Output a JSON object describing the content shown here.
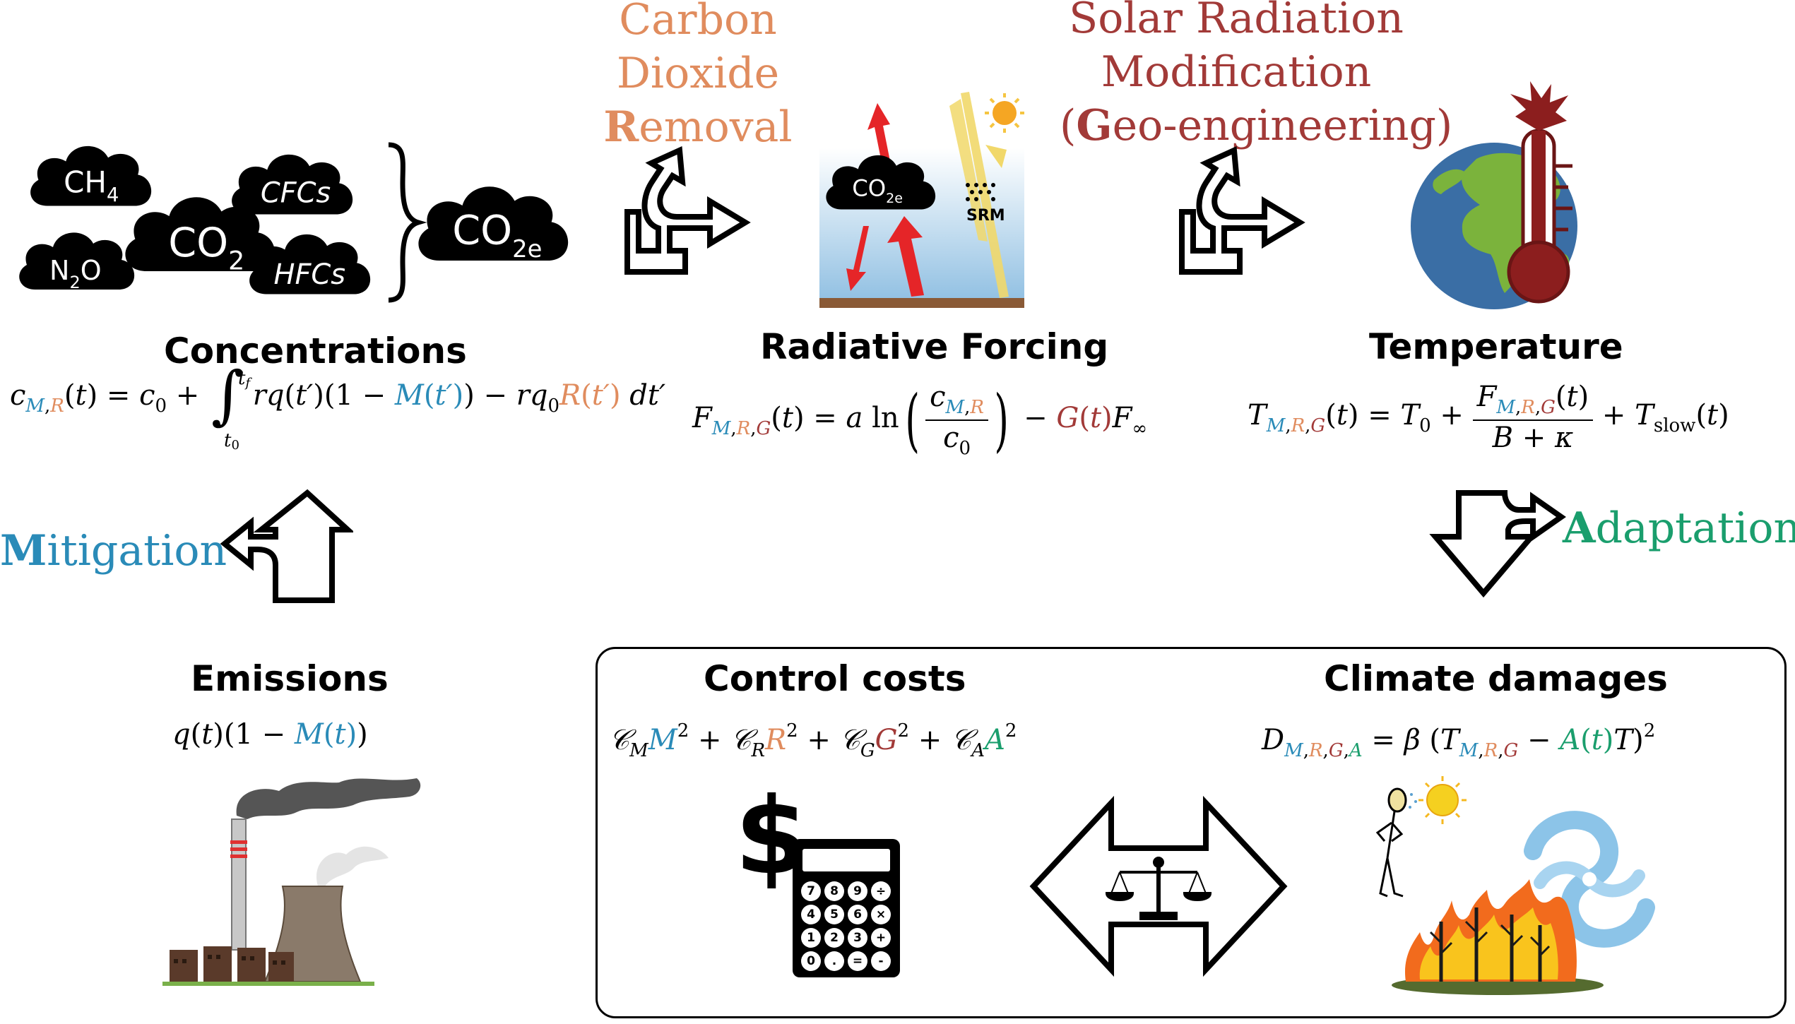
{
  "levers": {
    "cdr": {
      "line1": "Carbon",
      "line2": "Dioxide",
      "line3_first": "R",
      "line3_rest": "emoval",
      "color": "#e08c5e"
    },
    "srm": {
      "line1": "Solar Radiation",
      "line2": "Modification",
      "line3_open": "(",
      "line3_first": "G",
      "line3_rest": "eo-engineering)",
      "color": "#a23a38"
    },
    "mitigation": {
      "first": "M",
      "rest": "itigation",
      "color": "#2a8bb8"
    },
    "adaptation": {
      "first": "A",
      "rest": "daptation",
      "color": "#1a9e6d"
    }
  },
  "headings": {
    "concentrations": "Concentrations",
    "forcing": "Radiative Forcing",
    "temperature": "Temperature",
    "emissions": "Emissions",
    "control_costs": "Control costs",
    "climate_damages": "Climate damages"
  },
  "clouds": {
    "ch4": "CH",
    "ch4_sub": "4",
    "cfcs": "CFCs",
    "co2": "CO",
    "co2_sub": "2",
    "n2o_a": "N",
    "n2o_sub": "2",
    "n2o_b": "O",
    "hfcs": "HFCs",
    "co2e": "CO",
    "co2e_sub": "2e",
    "forcing_co2e": "CO",
    "forcing_co2e_sub": "2e",
    "srm_label": "SRM"
  },
  "calculator": {
    "dollar": "$",
    "keys": [
      "7",
      "8",
      "9",
      "÷",
      "4",
      "5",
      "6",
      "×",
      "1",
      "2",
      "3",
      "+",
      "0",
      ".",
      "=",
      "-"
    ]
  },
  "colors": {
    "mitigation": "#2a8bb8",
    "removal": "#e08c5e",
    "geoengineering": "#a23a38",
    "adaptation": "#1a9e6d",
    "sky": "#bcd9ef",
    "ground": "#8a5a36",
    "red_arrow": "#e52528",
    "sun_ray": "#f1d86a",
    "thermometer": "#8c1e1e",
    "ocean": "#3a6ea5",
    "land": "#7bb33c"
  }
}
